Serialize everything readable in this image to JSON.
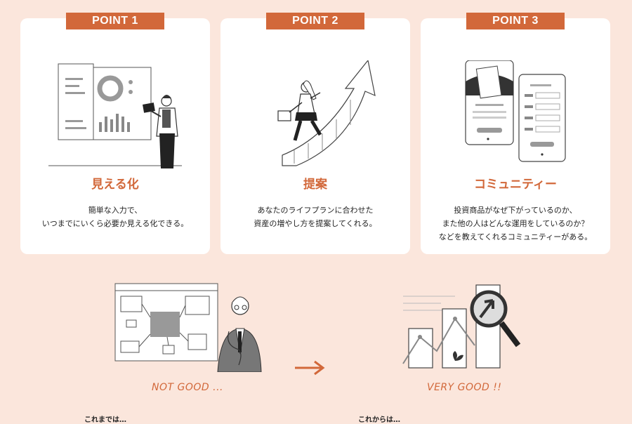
{
  "points": [
    {
      "badge": "POINT 1",
      "title": "見える化",
      "desc": [
        "簡単な入力で、",
        "いつまでにいくら必要か見える化できる。"
      ]
    },
    {
      "badge": "POINT 2",
      "title": "提案",
      "desc": [
        "あなたのライフプランに合わせた",
        "資産の増やし方を提案してくれる。"
      ]
    },
    {
      "badge": "POINT 3",
      "title": "コミュニティー",
      "desc": [
        "投資商品がなぜ下がっているのか、",
        "また他の人はどんな運用をしているのか？",
        "などを教えてくれるコミュニティーがある。"
      ]
    }
  ],
  "comparison": {
    "before_label": "NOT GOOD ...",
    "after_label": "VERY GOOD !!",
    "before_caption": "これまでは…",
    "after_caption": "これからは…"
  },
  "colors": {
    "accent": "#d2683a",
    "background": "#fbe6dc",
    "card": "#ffffff"
  },
  "icons": [
    "dashboard-illustration",
    "growth-arrow-illustration",
    "mobile-app-illustration",
    "confused-man-illustration",
    "right-arrow-icon",
    "magnifier-chart-illustration"
  ]
}
